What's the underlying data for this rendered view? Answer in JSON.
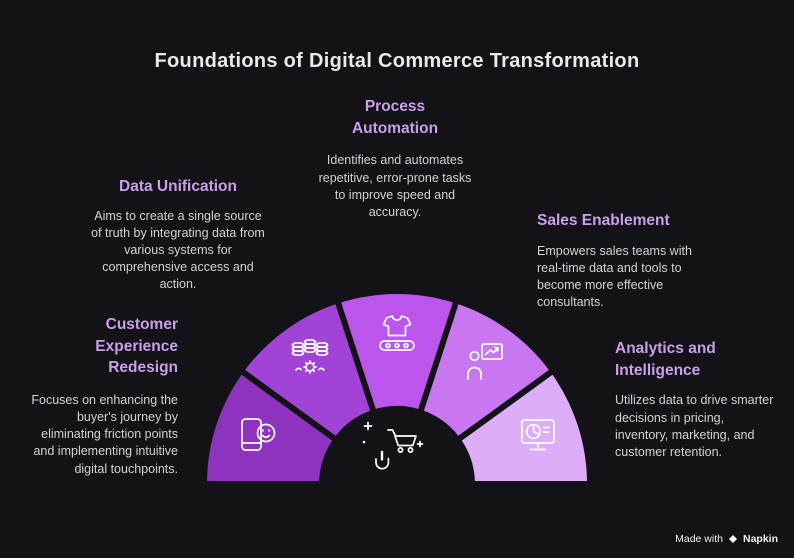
{
  "title": "Foundations of Digital Commerce Transformation",
  "sections": [
    {
      "id": "customer-experience-redesign",
      "heading": "Customer Experience Redesign",
      "body": "Focuses on enhancing the buyer's journey by eliminating friction points and implementing intuitive digital touchpoints."
    },
    {
      "id": "data-unification",
      "heading": "Data Unification",
      "body": "Aims to create a single source of truth by integrating data from various systems for comprehensive access and action."
    },
    {
      "id": "process-automation",
      "heading": "Process Automation",
      "body": "Identifies and automates repetitive, error-prone tasks to improve speed and accuracy."
    },
    {
      "id": "sales-enablement",
      "heading": "Sales Enablement",
      "body": "Empowers sales teams with real-time data and tools to become more effective consultants."
    },
    {
      "id": "analytics-and-intelligence",
      "heading": "Analytics and Intelligence",
      "body": "Utilizes data to drive smarter decisions in pricing, inventory, marketing, and customer retention."
    }
  ],
  "fan": {
    "segments": [
      {
        "label": "Customer Experience Redesign",
        "icon": "phone-smiley-icon",
        "color": "#8d33c0"
      },
      {
        "label": "Data Unification",
        "icon": "data-stacks-gear-icon",
        "color": "#a243d8"
      },
      {
        "label": "Process Automation",
        "icon": "shirt-conveyor-icon",
        "color": "#bb55ec"
      },
      {
        "label": "Sales Enablement",
        "icon": "presenter-chart-icon",
        "color": "#c877f1"
      },
      {
        "label": "Analytics and Intelligence",
        "icon": "monitor-pie-icon",
        "color": "#ddadf8"
      }
    ],
    "center_icon": "shopping-cart-hand-icon"
  },
  "colors": {
    "background": "#131317",
    "title_text": "#eaeaea",
    "heading_text": "#c9a0e8",
    "body_text": "#d3d3d3",
    "icon_stroke": "#ffffff"
  },
  "footer": {
    "made_with": "Made with",
    "brand": "Napkin"
  }
}
